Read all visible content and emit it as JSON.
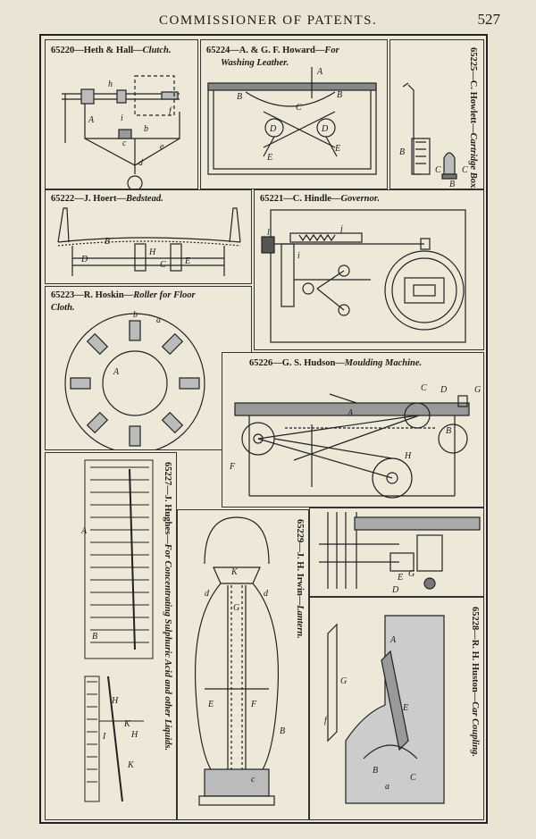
{
  "header": {
    "title": "COMMISSIONER OF PATENTS.",
    "page_number": "527"
  },
  "patents": [
    {
      "number": "65220",
      "text": "—Heth & Hall—",
      "subject": "Clutch."
    },
    {
      "number": "65224",
      "text": "—A. & G. F. Howard—",
      "subject": "For",
      "subject2": "Washing Leather."
    },
    {
      "number": "65225",
      "text": "—C. Howlett—",
      "subject": "Cartridge Box."
    },
    {
      "number": "65222",
      "text": "—J. Hoert—",
      "subject": "Bedstead."
    },
    {
      "number": "65221",
      "text": "—C. Hindle—",
      "subject": "Governor."
    },
    {
      "number": "65223",
      "text": "—R. Hoskin—",
      "subject": "Roller for Floor",
      "subject2": "Cloth."
    },
    {
      "number": "65226",
      "text": "—G. S. Hudson—",
      "subject": "Moulding Machine."
    },
    {
      "number": "65227",
      "text": "—J. Hughes—",
      "subject": "For Concentrating Sulphuric Acid and other Liquids."
    },
    {
      "number": "65229",
      "text": "—J. H. Irwin—",
      "subject": "Lantern."
    },
    {
      "number": "65228",
      "text": "—R. H. Huston—",
      "subject": "Car Coupling."
    }
  ],
  "figure_letters": {
    "clutch": [
      "h",
      "i",
      "f",
      "A",
      "b",
      "c",
      "e",
      "d"
    ],
    "washing": [
      "A",
      "B",
      "B",
      "C",
      "D",
      "D",
      "E",
      "E"
    ],
    "cartridge": [
      "B",
      "C",
      "C",
      "B"
    ],
    "bedstead": [
      "D",
      "B",
      "H",
      "C",
      "E"
    ],
    "governor": [
      "l",
      "j",
      "i"
    ],
    "roller": [
      "b",
      "a",
      "A"
    ],
    "moulding": [
      "C",
      "D",
      "G",
      "A",
      "F",
      "B",
      "H",
      "E",
      "G",
      "D"
    ],
    "acid": [
      "A",
      "B",
      "H",
      "K",
      "H",
      "K",
      "I"
    ],
    "lantern": [
      "K",
      "d",
      "d",
      "G",
      "E",
      "F",
      "B",
      "c"
    ],
    "coupling": [
      "A",
      "E",
      "B",
      "C",
      "a",
      "G",
      "f"
    ]
  }
}
